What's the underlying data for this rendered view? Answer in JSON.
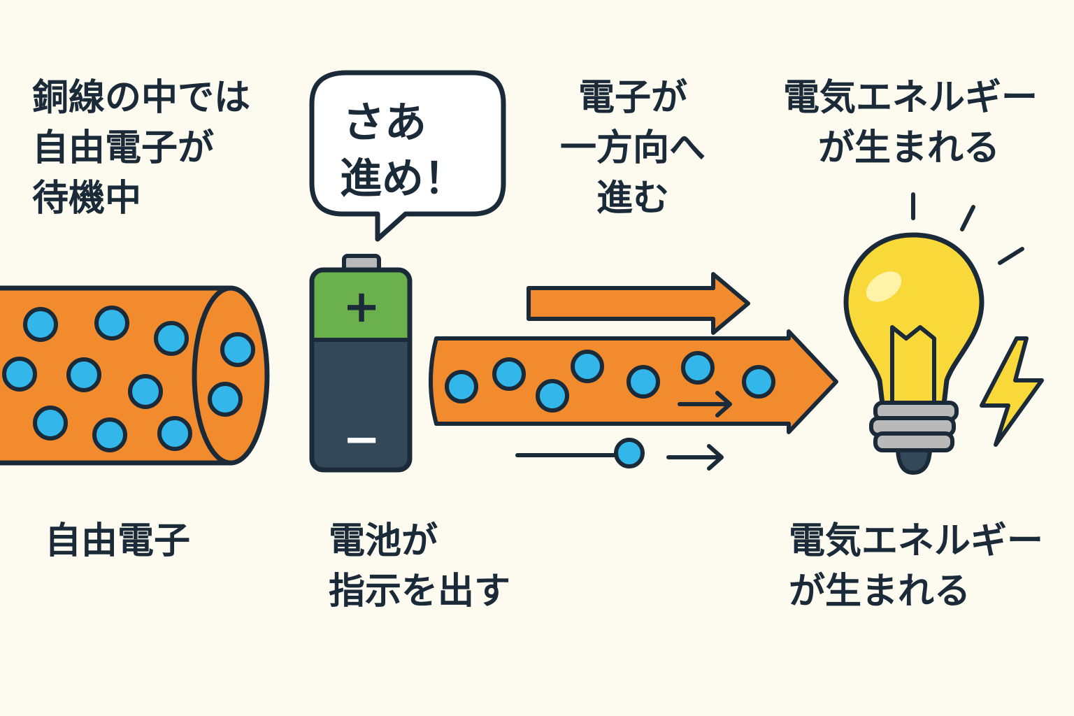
{
  "labels": {
    "copper_intro": [
      "銅線の中では",
      "自由電子が",
      "待機中"
    ],
    "speech_bubble": [
      "さあ",
      "進め！"
    ],
    "flow_top": [
      "電子が",
      "一方向へ",
      "進む"
    ],
    "energy_top": [
      "電気エネルギー",
      "が生まれる"
    ],
    "free_electron": "自由電子",
    "battery_caption": [
      "電池が",
      "指示を出す"
    ],
    "energy_bottom": [
      "電気エネルギー",
      "が生まれる"
    ]
  },
  "battery": {
    "plus_symbol": "+",
    "minus_symbol": "−"
  },
  "colors": {
    "background": "#fdfbef",
    "outline": "#1b2a38",
    "copper": "#f28a2e",
    "electron": "#33b7ea",
    "battery_top": "#6ab04c",
    "battery_bottom": "#33495a",
    "bulb": "#f9d93a",
    "bolt": "#f9d93a"
  }
}
